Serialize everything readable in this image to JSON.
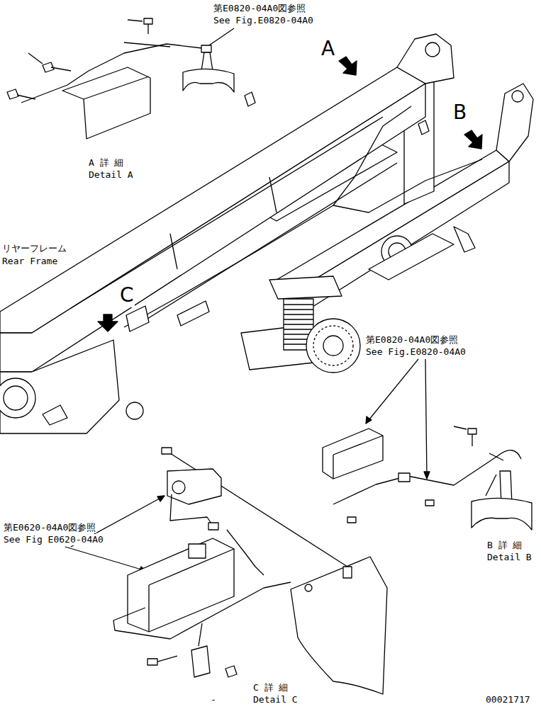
{
  "diagram": {
    "labels": [
      "第E0820-04A0図参照",
      "See Fig.E0820-04A0",
      "A",
      "B",
      "A 詳 細",
      "Detail A",
      "リヤーフレーム",
      "Rear Frame",
      "C",
      "第E0820-04A0図参照",
      "See Fig.E0820-04A0",
      "第E0620-04A0図参照",
      "See Fig E0620-04A0",
      "B 詳 細",
      "Detail B",
      "C 詳 細",
      "Detail C",
      "00021717",
      "-"
    ]
  }
}
